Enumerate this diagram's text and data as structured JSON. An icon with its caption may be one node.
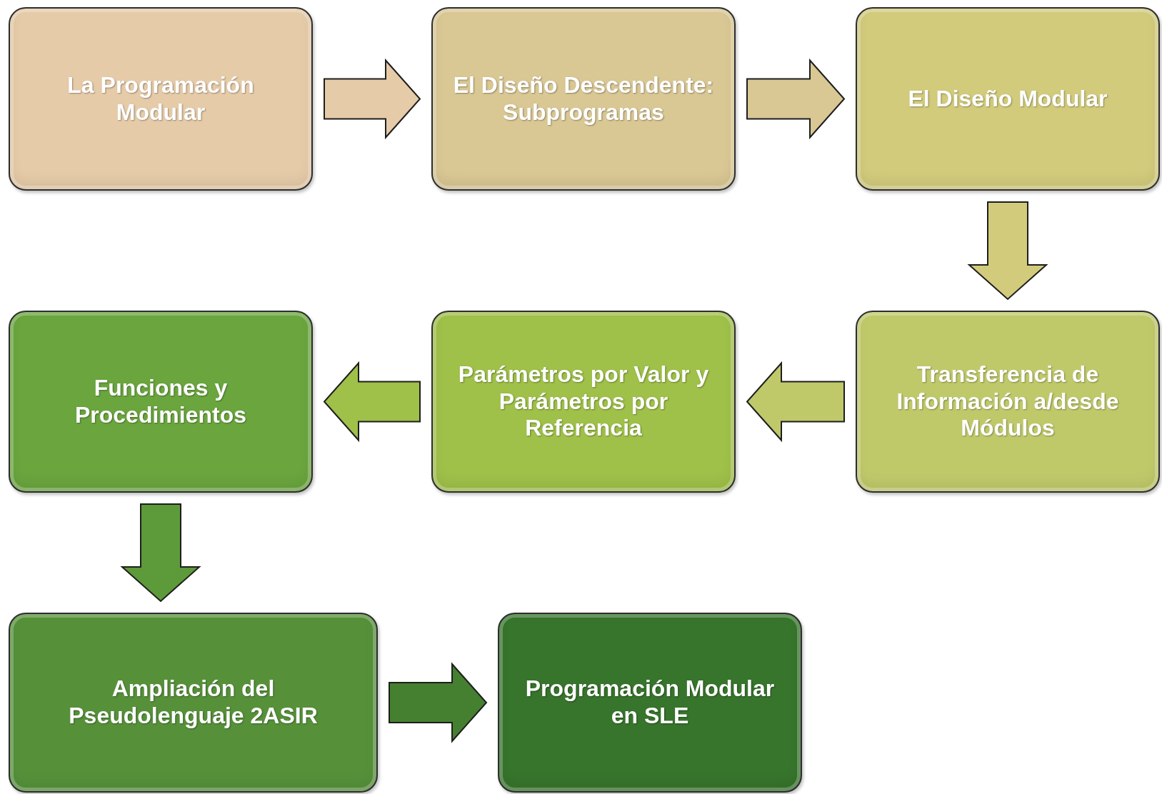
{
  "diagram": {
    "nodes": [
      {
        "text": [
          "La Programación Modular"
        ]
      },
      {
        "text": [
          "El Diseño Descendente: Subprogramas"
        ]
      },
      {
        "text": [
          "El Diseño Modular"
        ]
      },
      {
        "text": [
          "Transferencia de Información a/desde Módulos"
        ]
      },
      {
        "text": [
          "Parámetros por Valor y Parámetros por Referencia"
        ]
      },
      {
        "text": [
          "Funciones y Procedimientos"
        ]
      },
      {
        "text": [
          "Ampliación del Pseudolenguaje 2ASIR"
        ]
      },
      {
        "text": [
          "Programación Modular en SLE"
        ]
      }
    ],
    "edges": [
      {
        "from": 0,
        "to": 1,
        "arrow": "to",
        "color": "#e6cba8"
      },
      {
        "from": 1,
        "to": 2,
        "arrow": "to",
        "color": "#d9c794"
      },
      {
        "from": 2,
        "to": 3,
        "arrow": "to",
        "color": "#d2cb7c"
      },
      {
        "from": 3,
        "to": 4,
        "arrow": "to",
        "color": "#c0c96a"
      },
      {
        "from": 4,
        "to": 5,
        "arrow": "to",
        "color": "#9fc049"
      },
      {
        "from": 5,
        "to": 6,
        "arrow": "to",
        "color": "#5d9a3a"
      },
      {
        "from": 6,
        "to": 7,
        "arrow": "to",
        "color": "#458030"
      }
    ]
  }
}
